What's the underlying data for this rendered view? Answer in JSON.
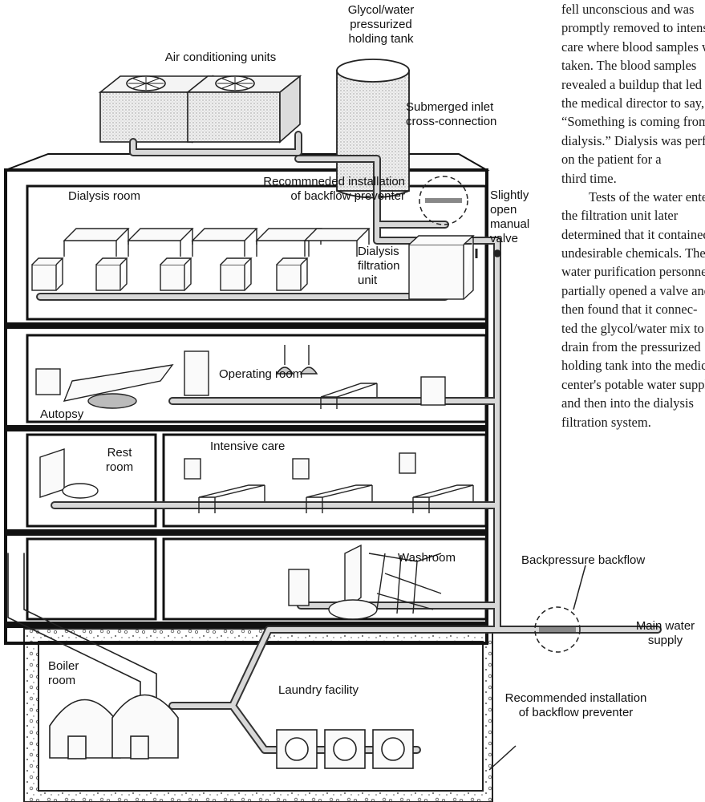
{
  "labels": {
    "glycol_tank": "Glycol/water\npressurized\nholding tank",
    "air_conditioning": "Air conditioning units",
    "submerged_inlet": "Submerged inlet\ncross-connection",
    "recommended_top": "Recommneded installation\nof backflow preventer",
    "dialysis_room": "Dialysis room",
    "slightly_open": "Slightly\nopen\nmanual\nvalve",
    "dialysis_filtration": "Dialysis\nfiltration\nunit",
    "operating_room": "Operating room",
    "autopsy": "Autopsy",
    "rest_room": "Rest\nroom",
    "intensive_care": "Intensive care",
    "washroom": "Washroom",
    "backpressure": "Backpressure backflow",
    "main_water": "Main water\nsupply",
    "boiler_room": "Boiler\nroom",
    "laundry": "Laundry facility",
    "recommended_bottom": "Recommended installation\nof backflow preventer"
  },
  "article_lines": [
    "fell unconscious and was",
    "promptly removed to intensive",
    "care where blood samples were",
    "taken. The blood samples",
    "revealed a buildup that led",
    "the medical director to say,",
    "“Something is coming from",
    "dialysis.” Dialysis was performed",
    "on the patient for a",
    "third time.",
    "Tests of the water entering",
    "the filtration unit later",
    "determined that it contained",
    "undesirable chemicals. The",
    "water purification personnel",
    "partially opened a valve and",
    "then found that it connec-",
    "ted the glycol/water mix to",
    "drain from the pressurized",
    "holding tank into the medical",
    "center's potable water supply",
    "and then into the dialysis",
    "filtration system."
  ]
}
